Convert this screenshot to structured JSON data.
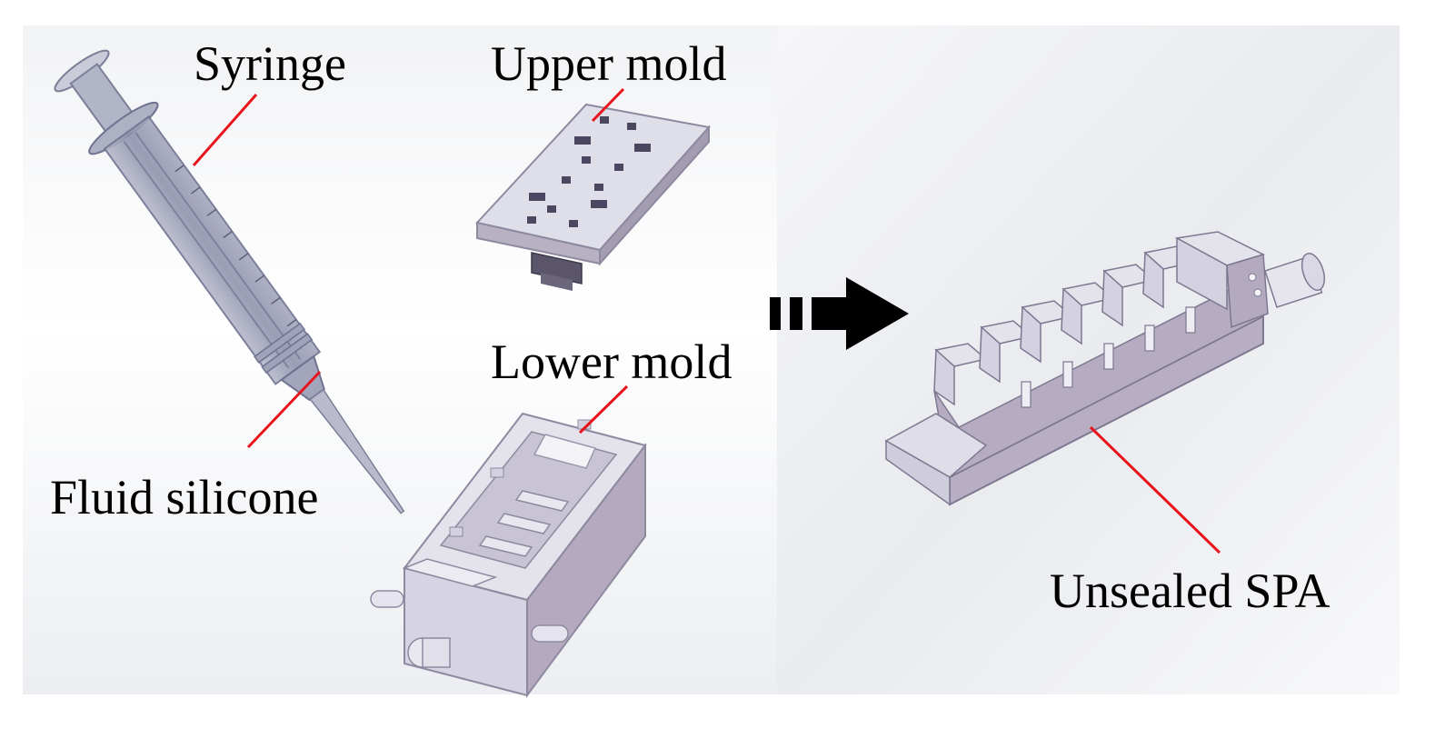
{
  "labels": {
    "syringe": "Syringe",
    "upper_mold": "Upper mold",
    "lower_mold": "Lower mold",
    "fluid_silicone": "Fluid silicone",
    "unsealed_spa": "Unsealed SPA"
  },
  "colors": {
    "leader_line": "#e8141b",
    "arrow": "#000000",
    "part_face": "#d9d7e6",
    "part_side": "#b3a8bd",
    "part_dark": "#4a4558",
    "syringe_body": "#8c8ea8"
  }
}
